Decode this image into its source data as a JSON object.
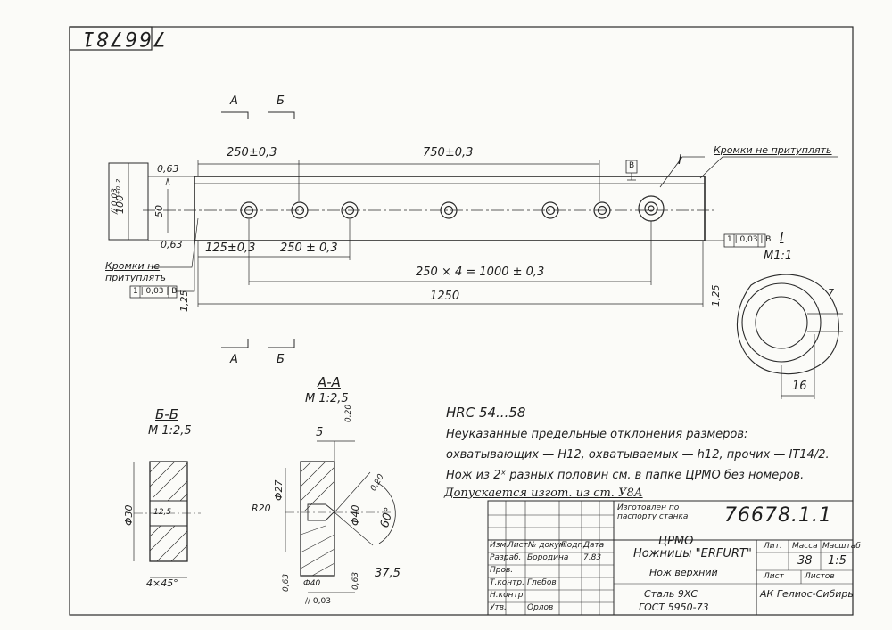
{
  "drawing": {
    "number_top": "766781",
    "number_title": "76678.1.1",
    "side_note": "Кромки не притуплять",
    "side_note_2": "Кромки не притуплять",
    "view_marks": {
      "a": "А",
      "b": "Б"
    },
    "callout_I": "I",
    "detail_title": "I",
    "detail_scale": "М1:1",
    "detail_dim": "16",
    "detail_dim_7": "7"
  },
  "dimensions": {
    "d250_top": "250±0,3",
    "d750": "750±0,3",
    "d125": "125±0,3",
    "d250_mid": "250 ± 0,3",
    "d1000": "250 × 4 = 1000 ± 0,3",
    "d1250": "1250",
    "d100": "100⁺⁰·²",
    "d50": "50",
    "r063_top": "0,63",
    "r063_bot": "0,63",
    "r125_left": "1,25",
    "r125_right": "1,25",
    "datum_B": "В",
    "tol_left_vert": "// 0,03",
    "tol_bottom": "1 | 0,03 | В",
    "tol_right": "1 | 0,03 | В"
  },
  "section_aa": {
    "title": "А-А",
    "scale": "М 1:2,5",
    "d5": "5",
    "r20_top": "0,20",
    "d27": "Ф27",
    "d40": "Ф40",
    "r20": "R20",
    "r20b": "0,20",
    "angle": "60°",
    "d40b": "Ф40",
    "r063a": "0,63",
    "r063b": "0,63",
    "d375": "37,5",
    "tol": "// 0,03"
  },
  "section_bb": {
    "title": "Б-Б",
    "scale": "М 1:2,5",
    "d30": "Ф30",
    "d125": "12,5",
    "chamfer": "4×45°"
  },
  "notes": {
    "hrc": "HRC 54...58",
    "line1": "Неуказанные предельные отклонения размеров:",
    "line2": "охватывающих — Н12, охватываемых — h12, прочих — IT14/2.",
    "line3": "Нож из 2ˣ разных половин см. в папке ЦРМО без номеров.",
    "line4": "Допускается изгот. из ст. У8А"
  },
  "title_block": {
    "made_by": "Изготовлен по паспорту станка",
    "org": "ЦРМО",
    "name1": "Ножницы \"ERFURT\"",
    "name2": "Нож верхний",
    "material1": "Сталь 9ХС",
    "material2": "ГОСТ 5950-73",
    "col_lit": "Лит.",
    "col_mass": "Масса",
    "col_scale": "Масштаб",
    "mass": "38",
    "scale": "1:5",
    "sheet": "Лист",
    "sheets": "Листов",
    "role_dev": "Разраб.",
    "role_check": "Пров.",
    "role_tcontrol": "Т.контр.",
    "role_ncontrol": "Н.контр.",
    "role_approve": "Утв.",
    "hdr_izm": "Изм.",
    "hdr_list": "Лист",
    "hdr_doc": "№ докум.",
    "hdr_sign": "Подп.",
    "hdr_date": "Дата",
    "dev_name": "Бородина",
    "check_name": "Глебов",
    "approve_name": "Орлов",
    "company": "АК Гелиос-Сибирь",
    "date": "7.83"
  }
}
